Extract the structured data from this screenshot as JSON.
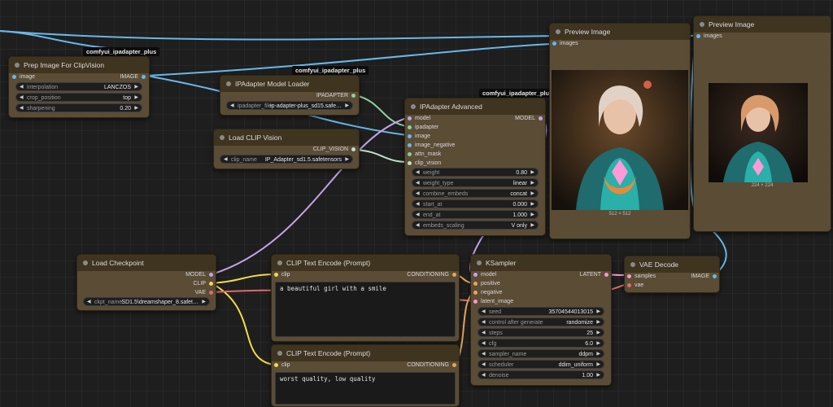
{
  "app": {
    "colors": {
      "canvas": "#1e1e1e",
      "node_body": "#5b4c36",
      "node_title": "#3f3420",
      "wire_image": "#6ab7e8",
      "wire_clip": "#f3d94a",
      "wire_model": "#c3a4e8",
      "wire_vae": "#e06a6a",
      "wire_conditioning": "#e6a65a",
      "wire_latent": "#f39ac8",
      "wire_ipadapter": "#8fcf9a"
    }
  },
  "labels": {
    "pack1": "comfyui_ipadapter_plus",
    "pack2": "comfyui_ipadapter_plus",
    "pack3": "comfyui_ipadapter_plus"
  },
  "nodes": {
    "prep": {
      "title": "Prep Image For ClipVision",
      "in_image": "image",
      "out_image": "IMAGE",
      "w_interp_label": "interpolation",
      "w_interp_value": "LANCZOS",
      "w_crop_label": "crop_position",
      "w_crop_value": "top",
      "w_sharp_label": "sharpening",
      "w_sharp_value": "0.20"
    },
    "ipa_loader": {
      "title": "IPAdapter Model Loader",
      "out": "IPADAPTER",
      "w_file_label": "ipadapter_file",
      "w_file_value": "ip-adapter-plus_sd15.safe…"
    },
    "clip_vision": {
      "title": "Load CLIP Vision",
      "out": "CLIP_VISION",
      "w_name_label": "clip_name",
      "w_name_value": "IP_Adapter_sd1.5.safetensors"
    },
    "ipa_adv": {
      "title": "IPAdapter Advanced",
      "in_model": "model",
      "in_ipadapter": "ipadapter",
      "in_image": "image",
      "in_image_negative": "image_negative",
      "in_attn_mask": "attn_mask",
      "in_clip_vision": "clip_vision",
      "out_model": "MODEL",
      "widgets": [
        {
          "label": "weight",
          "value": "0.80"
        },
        {
          "label": "weight_type",
          "value": "linear"
        },
        {
          "label": "combine_embeds",
          "value": "concat"
        },
        {
          "label": "start_at",
          "value": "0.000"
        },
        {
          "label": "end_at",
          "value": "1.000"
        },
        {
          "label": "embeds_scaling",
          "value": "V only"
        }
      ]
    },
    "preview1": {
      "title": "Preview Image",
      "in_images": "images",
      "caption": "512 × 512"
    },
    "preview2": {
      "title": "Preview Image",
      "in_images": "images",
      "caption": "224 × 224"
    },
    "checkpoint": {
      "title": "Load Checkpoint",
      "out_model": "MODEL",
      "out_clip": "CLIP",
      "out_vae": "VAE",
      "w_ckpt_label": "ckpt_name",
      "w_ckpt_value": "SD1.5\\dreamshaper_8.safet…"
    },
    "clip_pos": {
      "title": "CLIP Text Encode (Prompt)",
      "in_clip": "clip",
      "out": "CONDITIONING",
      "text": "a beautiful girl with a smile"
    },
    "clip_neg": {
      "title": "CLIP Text Encode (Prompt)",
      "in_clip": "clip",
      "out": "CONDITIONING",
      "text": "worst quality, low quality"
    },
    "ksampler": {
      "title": "KSampler",
      "in_model": "model",
      "in_positive": "positive",
      "in_negative": "negative",
      "in_latent": "latent_image",
      "out": "LATENT",
      "widgets": [
        {
          "label": "seed",
          "value": "35704544013015"
        },
        {
          "label": "control after generate",
          "value": "randomize"
        },
        {
          "label": "steps",
          "value": "25"
        },
        {
          "label": "cfg",
          "value": "6.0"
        },
        {
          "label": "sampler_name",
          "value": "ddpm"
        },
        {
          "label": "scheduler",
          "value": "ddim_uniform"
        },
        {
          "label": "denoise",
          "value": "1.00"
        }
      ]
    },
    "vae": {
      "title": "VAE Decode",
      "in_samples": "samples",
      "in_vae": "vae",
      "out": "IMAGE"
    }
  }
}
